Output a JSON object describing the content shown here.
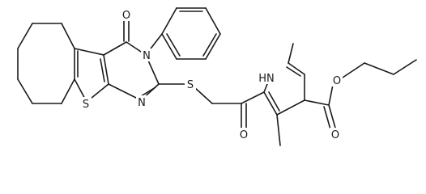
{
  "atom_labels": {
    "oxygen_carbonyl_pyrimidinone": "O",
    "nitrogen_phenyl": "N",
    "sulfur_thiophene": "S",
    "nitrogen_pyrimidine": "N",
    "sulfur_thioether": "S",
    "oxygen_ketone": "O",
    "pyrrole_nh": "HN",
    "oxygen_ester_ether": "O",
    "oxygen_ester_carbonyl": "O"
  }
}
